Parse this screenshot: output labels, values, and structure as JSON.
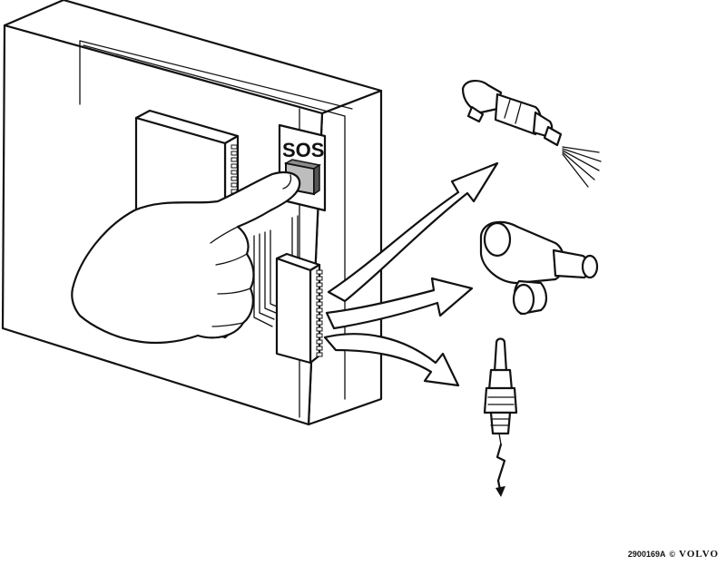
{
  "button_label": "SOS",
  "figure_id": "2900169A",
  "copyright_symbol": "©",
  "brand": "VOLVO"
}
